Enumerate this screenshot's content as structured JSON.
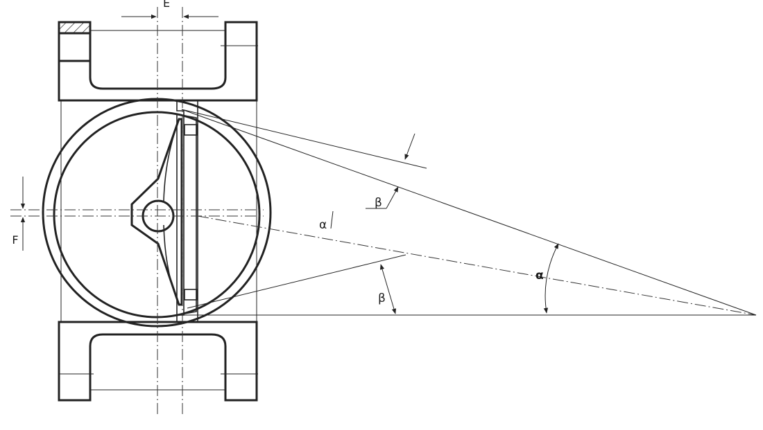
{
  "labels": {
    "dim_e": "E",
    "dim_f": "F",
    "alpha_upper": "α",
    "beta_upper": "β",
    "beta_lower": "β",
    "alpha_arc": "α"
  }
}
